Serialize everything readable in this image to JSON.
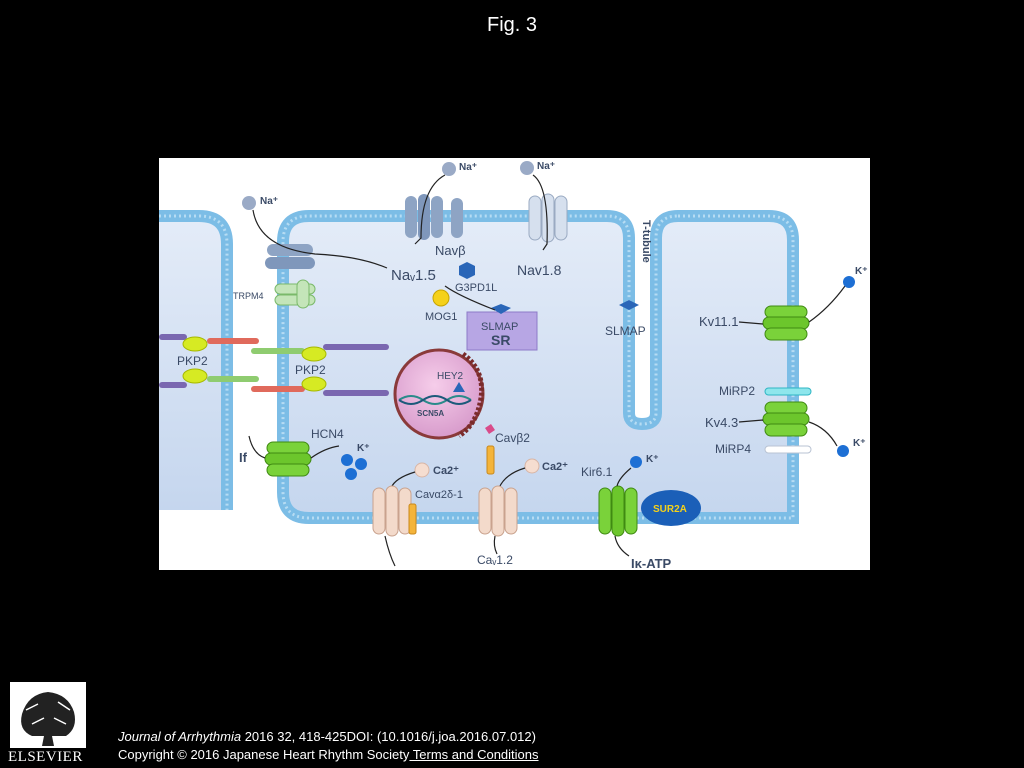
{
  "header": {
    "title": "Fig. 3"
  },
  "diagram": {
    "labels": {
      "na_top_left": "Na⁺",
      "na_top_mid": "Na⁺",
      "na_top_right": "Na⁺",
      "t_tubule": "T-tubule",
      "k_plus_upper": "K⁺",
      "nav_beta": "Navβ",
      "nav15": "Naᵥ1.5",
      "nav18": "Nav1.8",
      "g3pd1l": "G3PD1L",
      "trpm4": "TRPM4",
      "mog1": "MOG1",
      "slmap_sr": "SLMAP",
      "sr": "SR",
      "slmap_right": "SLMAP",
      "kv111": "Kv11.1",
      "pkp2_left": "PKP2",
      "pkp2_right": "PKP2",
      "hey2": "HEY2",
      "scn5a": "SCN5A",
      "mirp2": "MiRP2",
      "kv43": "Kv4.3",
      "k_plus_kv43": "K⁺",
      "mirp4": "MiRP4",
      "hcn4": "HCN4",
      "k_plus_hcn4": "K⁺",
      "if_current": "If",
      "cav_beta2": "Cavβ2",
      "ca_left": "Ca2⁺",
      "ca_right": "Ca2⁺",
      "cav_alpha": "Cavα2δ-1",
      "kir61": "Kir6.1",
      "k_plus_kir": "K⁺",
      "sur2a": "SUR2A",
      "cav12": "Caᵥ1.2",
      "ik_atp": "Iᴋ-ATP"
    }
  },
  "footer": {
    "publisher": "ELSEVIER",
    "journal": "Journal of Arrhythmia",
    "citation_rest": " 2016 32, 418-425DOI: (10.1016/j.joa.2016.07.012)",
    "copyright": "Copyright © 2016 Japanese Heart Rhythm Society",
    "terms_link": " Terms and Conditions"
  }
}
